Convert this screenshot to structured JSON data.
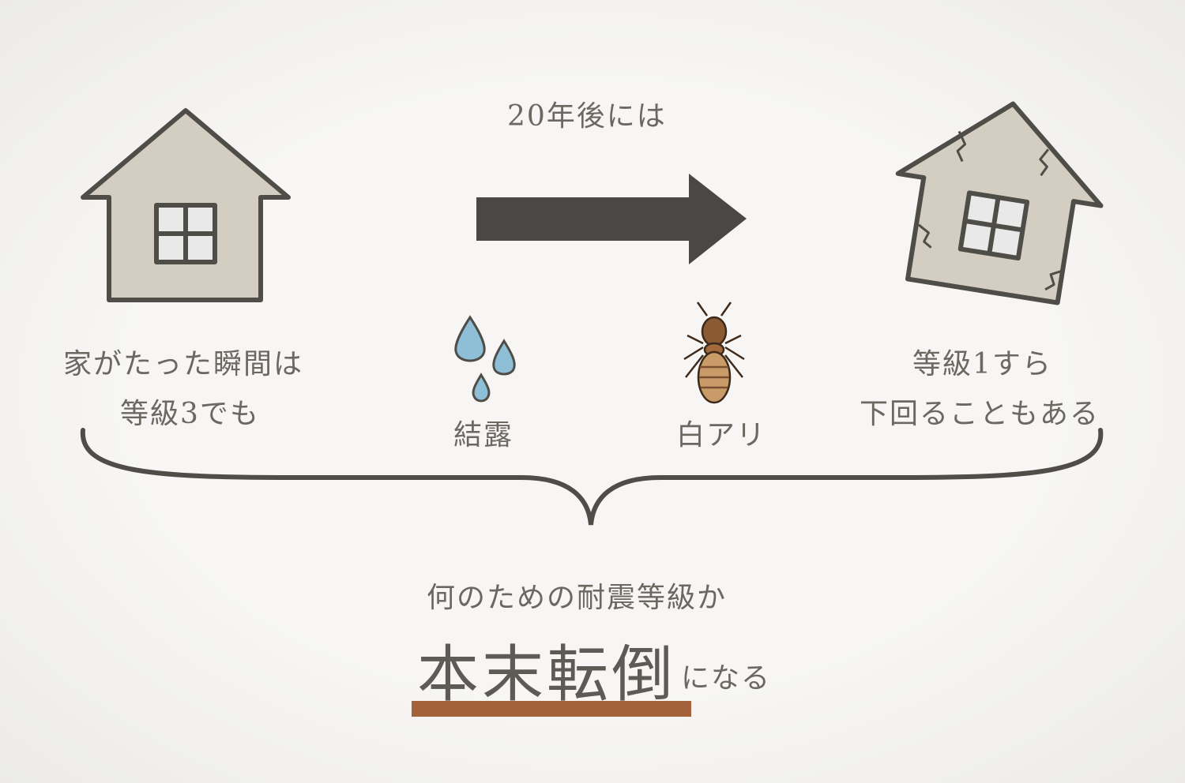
{
  "top_label": "20年後には",
  "left_caption": {
    "line1": "家がたった瞬間は",
    "line2": "等級3でも"
  },
  "right_caption": {
    "line1": "等級1すら",
    "line2": "下回ることもある"
  },
  "factors": [
    {
      "label": "結露",
      "icon": "water-drops-icon"
    },
    {
      "label": "白アリ",
      "icon": "termite-icon"
    }
  ],
  "conclusion": {
    "question": "何のための耐震等級か",
    "emphasis": "本末転倒",
    "suffix": "になる",
    "underline_color": "#a4623a"
  },
  "colors": {
    "house_fill": "#d4cdc1",
    "outline": "#4f4d48",
    "arrow": "#4a4844",
    "drop": "#8fbfd6"
  }
}
